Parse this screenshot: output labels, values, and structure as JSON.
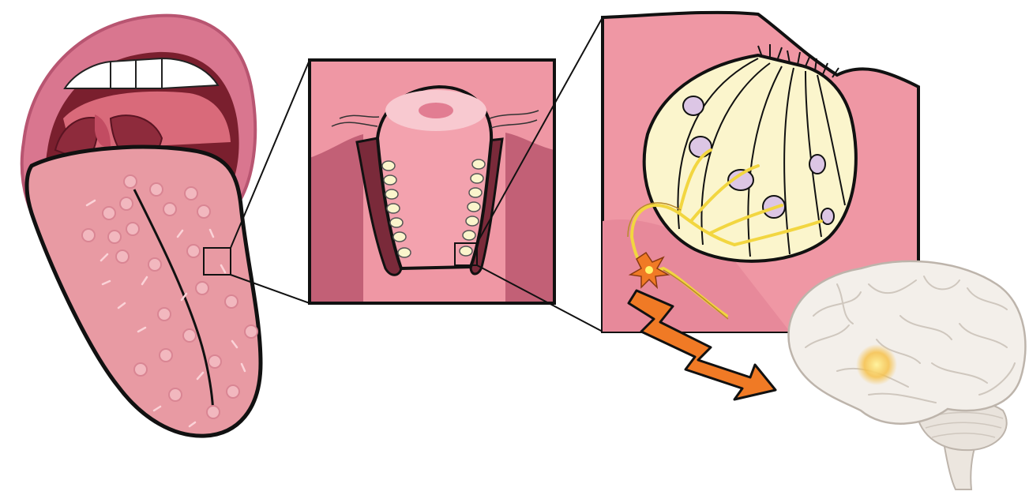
{
  "panels": [
    {
      "id": "mouth",
      "caption": ""
    },
    {
      "id": "papilla",
      "caption": ""
    },
    {
      "id": "taste-bud",
      "caption": ""
    },
    {
      "id": "brain",
      "caption": ""
    }
  ],
  "colors": {
    "lip": "#d9768f",
    "lip_dark": "#b85571",
    "mouth_interior": "#7a1f2e",
    "throat": "#d96a7a",
    "tongue": "#e89aa3",
    "tongue_papilla": "#f2b8bf",
    "tissue_light": "#ef97a4",
    "tissue_dark": "#c26076",
    "cell": "#fbf5cc",
    "nucleus": "#dcc6e5",
    "nerve": "#f2d640",
    "signal": "#f07a25",
    "brain": "#f1ede9",
    "brain_highlight": "#f6c14a",
    "outline": "#111111"
  }
}
